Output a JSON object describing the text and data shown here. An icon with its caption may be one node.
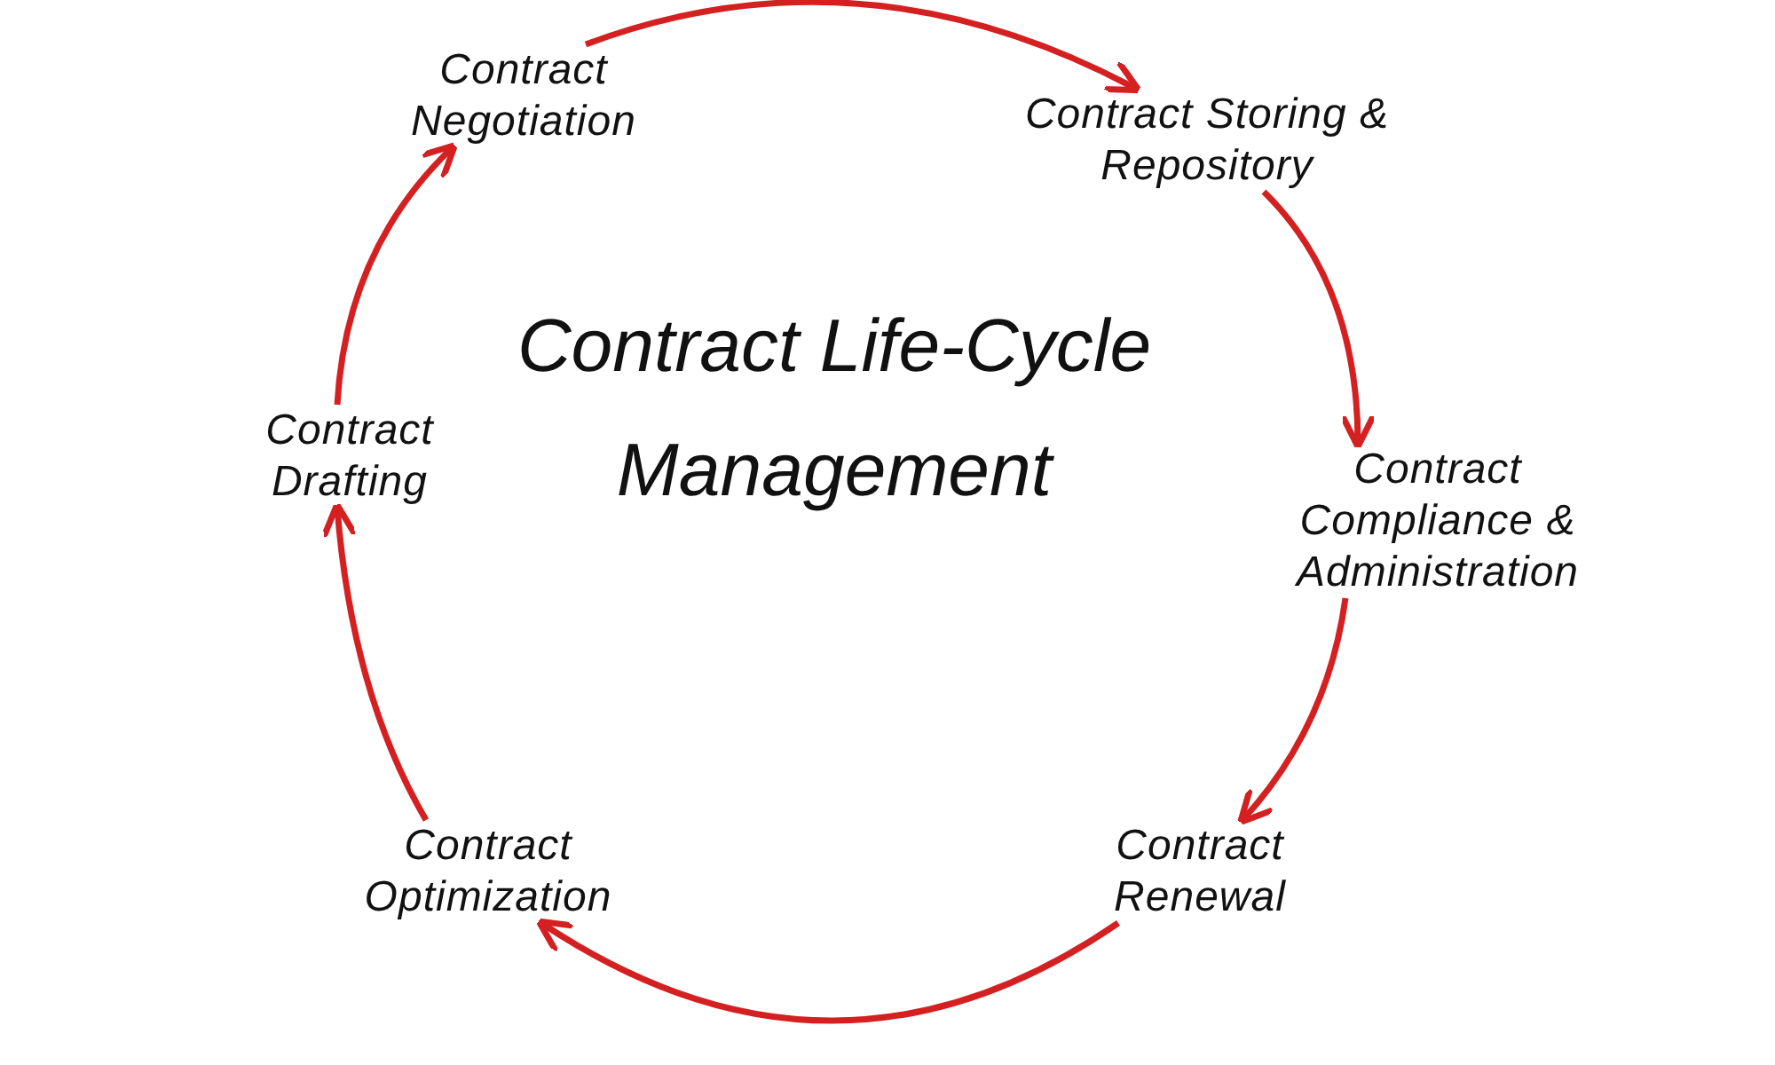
{
  "diagram": {
    "title": "Contract Life-Cycle Management",
    "nodes": [
      {
        "text": [
          "Contract Negotiation"
        ]
      },
      {
        "text": [
          "Contract Storing & Repository"
        ]
      },
      {
        "text": [
          "Contract Compliance & Administration"
        ]
      },
      {
        "text": [
          "Contract Renewal"
        ]
      },
      {
        "text": [
          "Contract Optimization"
        ]
      },
      {
        "text": [
          "Contract Drafting"
        ]
      }
    ],
    "edges": [
      {
        "from": 0,
        "to": 1,
        "arrow": "to"
      },
      {
        "from": 1,
        "to": 2,
        "arrow": "to"
      },
      {
        "from": 2,
        "to": 3,
        "arrow": "to"
      },
      {
        "from": 3,
        "to": 4,
        "arrow": "to"
      },
      {
        "from": 4,
        "to": 5,
        "arrow": "to"
      },
      {
        "from": 5,
        "to": 0,
        "arrow": "to"
      }
    ]
  }
}
